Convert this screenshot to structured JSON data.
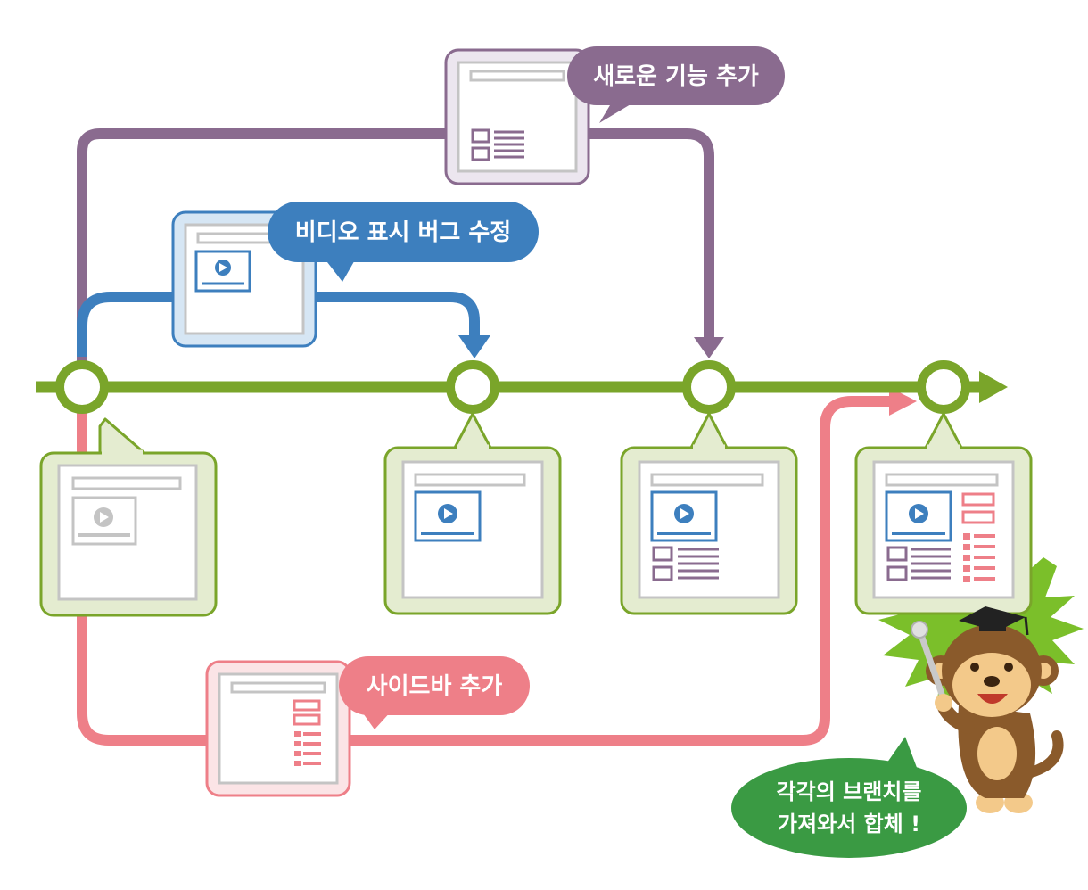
{
  "colors": {
    "main_green": "#7aa52a",
    "main_green_fill": "#e4ecd0",
    "purple": "#8a6b8f",
    "purple_fill": "#ece6ef",
    "blue": "#3d7fbe",
    "blue_fill": "#d6e6f4",
    "pink": "#ee7f88",
    "pink_fill": "#fbe4e6",
    "bubble_green": "#3a9a43",
    "screen_gray": "#c4c4c4",
    "monkey_brown": "#8a5a2b",
    "monkey_face": "#f3c98a",
    "spark_green": "#7bbf2a"
  },
  "labels": {
    "purple_bubble": "새로운 기능 추가",
    "blue_bubble": "비디오 표시 버그 수정",
    "pink_bubble": "사이드바 추가",
    "monkey_line1": "각각의 브랜치를",
    "monkey_line2": "가져와서 합체 !"
  },
  "icons": {
    "play": "play-icon",
    "monkey": "monkey-mascot",
    "pointer": "pointer-stick-icon",
    "hat": "graduation-cap-icon"
  }
}
